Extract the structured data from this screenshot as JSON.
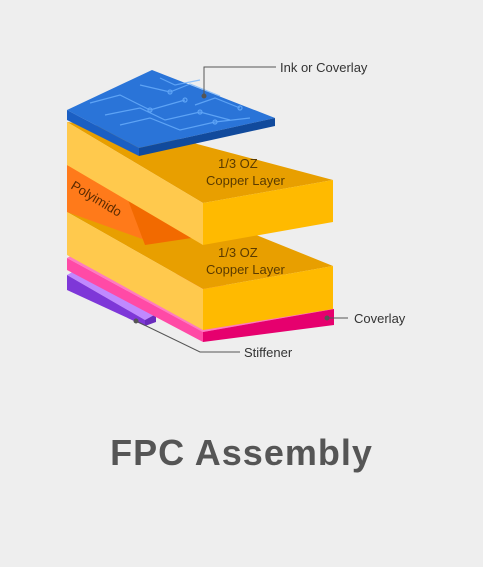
{
  "diagram": {
    "title": "FPC Assembly",
    "callouts": {
      "top": "Ink or Coverlay",
      "coverlay": "Coverlay",
      "stiffener": "Stiffener"
    },
    "layers": {
      "copper_top_line1": "1/3 OZ",
      "copper_top_line2": "Copper Layer",
      "copper_bottom_line1": "1/3 OZ",
      "copper_bottom_line2": "Copper Layer",
      "core": "Polyimido"
    },
    "colors": {
      "background": "#eeeeee",
      "ink_top": "#2a74d8",
      "copper_top": "#ffc94d",
      "copper_side": "#ffba00",
      "copper_front": "#e89f00",
      "polyimide": "#ff7a1a",
      "coverlay": "#ff3f9e",
      "stiffener": "#9a55ea",
      "leader": "#555555"
    }
  }
}
